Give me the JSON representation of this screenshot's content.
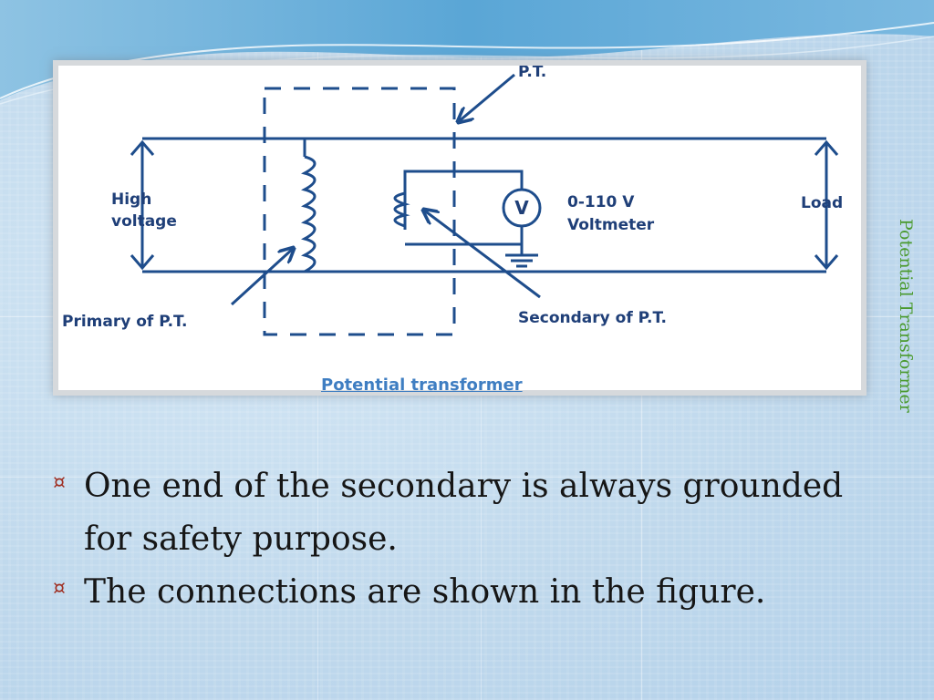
{
  "slide": {
    "side_title": "Potential Transformer",
    "bullet_symbol": "¤",
    "bullets": [
      "One end of the secondary is always grounded for safety purpose.",
      "The connections are shown in the figure."
    ]
  },
  "figure": {
    "label_pt": "P.T.",
    "label_high": "High",
    "label_voltage": "voltage",
    "label_load": "Load",
    "label_volt_range": "0-110 V",
    "label_voltmeter": "Voltmeter",
    "label_meter_symbol": "V",
    "label_primary": "Primary of P.T.",
    "label_secondary": "Secondary of P.T.",
    "caption": "Potential transformer"
  },
  "colors": {
    "wire": "#1e4d8c",
    "label": "#1f3f78",
    "caption": "#3f7ec2",
    "side_title": "#4a9a2e",
    "bullet_mark": "#a03023"
  }
}
